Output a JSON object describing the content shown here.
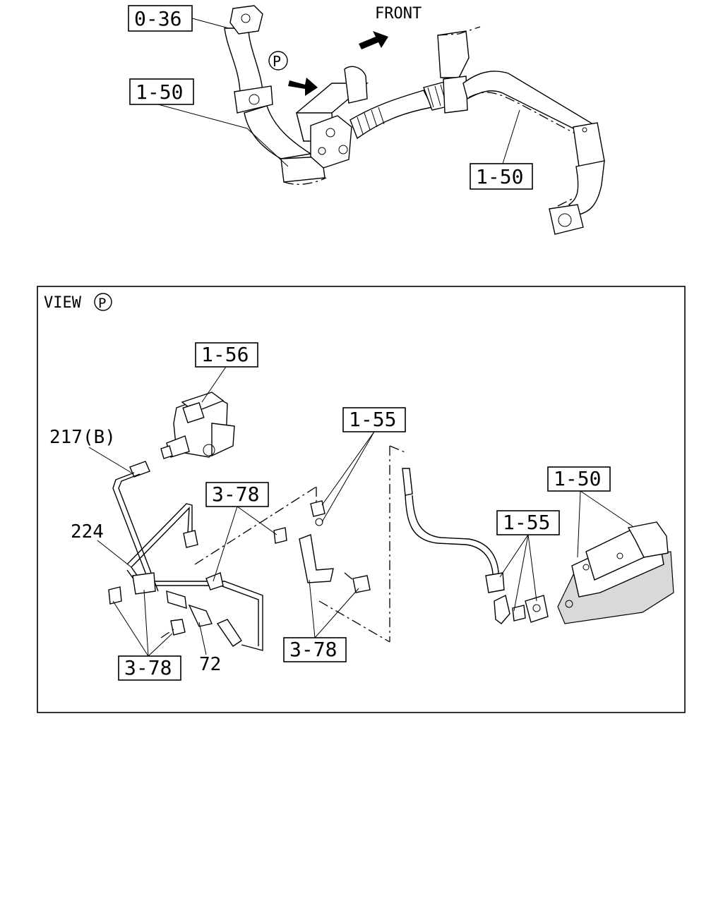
{
  "top_section": {
    "front_label": "FRONT",
    "view_marker": "P",
    "callouts": {
      "ref_0_36": "0-36",
      "ref_1_50_left": "1-50",
      "ref_1_50_right": "1-50"
    }
  },
  "detail_view": {
    "title": "VIEW",
    "marker": "P",
    "callouts": {
      "ref_1_56": "1-56",
      "ref_1_55_top": "1-55",
      "ref_1_50": "1-50",
      "ref_1_55_right": "1-55",
      "ref_3_78_upper": "3-78",
      "ref_3_78_lower_left": "3-78",
      "ref_3_78_lower_mid": "3-78"
    },
    "part_numbers": {
      "p217b": "217(B)",
      "p224": "224",
      "p72": "72"
    }
  }
}
